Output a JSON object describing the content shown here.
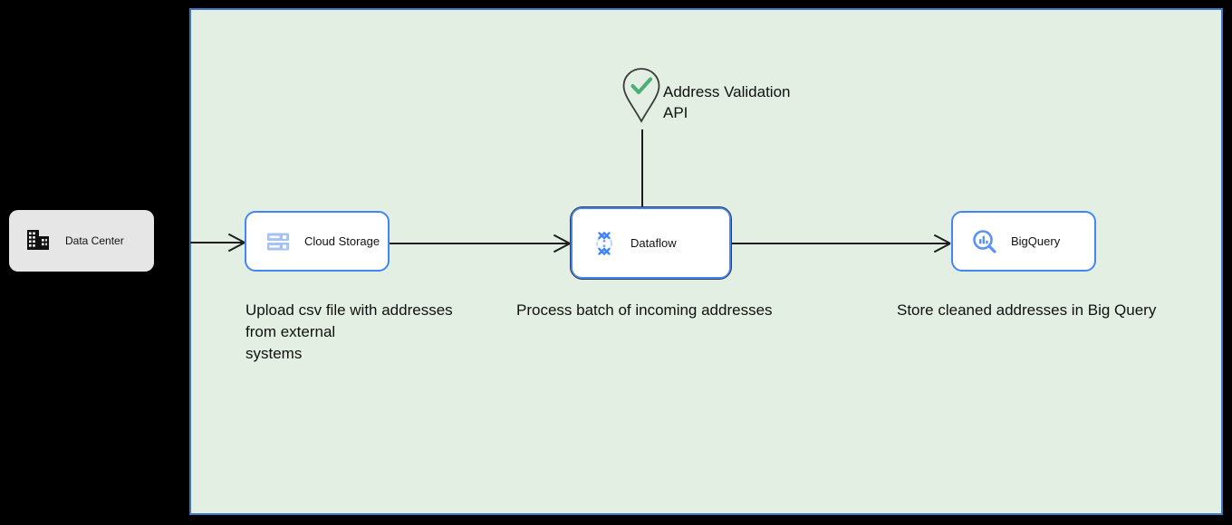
{
  "canvas": {
    "background_color": "#e2efe2",
    "border_color": "#3c78c8",
    "page_background": "#000000"
  },
  "nodes": {
    "data_center": {
      "label": "Data Center",
      "icon": "office-building-icon",
      "fill_color": "#e6e6e6",
      "text_color": "#111111"
    },
    "cloud_storage": {
      "label": "Cloud Storage",
      "icon": "cloud-storage-icon",
      "border_color": "#4285f4",
      "fill_color": "#ffffff"
    },
    "dataflow": {
      "label": "Dataflow",
      "icon": "dataflow-icon",
      "border_color": "#4285f4",
      "fill_color": "#ffffff",
      "selected": "true"
    },
    "bigquery": {
      "label": "BigQuery",
      "icon": "bigquery-magnifier-icon",
      "border_color": "#4285f4",
      "fill_color": "#ffffff"
    },
    "address_validation_api": {
      "label": "Address Validation\nAPI",
      "icon": "map-pin-check-icon",
      "check_color": "#4caf76",
      "pin_color": "#3b3b3b"
    }
  },
  "captions": {
    "upload": "Upload csv file with addresses\nfrom external\nsystems",
    "process": "Process batch of incoming addresses",
    "store": "Store cleaned addresses in Big Query"
  },
  "connectors": [
    {
      "name": "data-center-to-cloud-storage",
      "style": "arrow"
    },
    {
      "name": "cloud-storage-to-dataflow",
      "style": "arrow"
    },
    {
      "name": "dataflow-to-bigquery",
      "style": "arrow"
    },
    {
      "name": "api-to-dataflow",
      "style": "plain-line"
    }
  ]
}
